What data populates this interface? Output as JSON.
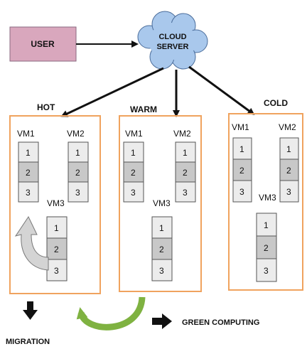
{
  "user": {
    "label": "USER"
  },
  "cloud": {
    "line1": "CLOUD",
    "line2": "SERVER"
  },
  "groups": [
    {
      "id": "hot",
      "label": "HOT",
      "vms": [
        {
          "name": "VM1",
          "cells": [
            "1",
            "2",
            "3"
          ]
        },
        {
          "name": "VM2",
          "cells": [
            "1",
            "2",
            "3"
          ]
        },
        {
          "name": "VM3",
          "cells": [
            "1",
            "2",
            "3"
          ]
        }
      ]
    },
    {
      "id": "warm",
      "label": "WARM",
      "vms": [
        {
          "name": "VM1",
          "cells": [
            "1",
            "2",
            "3"
          ]
        },
        {
          "name": "VM2",
          "cells": [
            "1",
            "2",
            "3"
          ]
        },
        {
          "name": "VM3",
          "cells": [
            "1",
            "2",
            "3"
          ]
        }
      ]
    },
    {
      "id": "cold",
      "label": "COLD",
      "vms": [
        {
          "name": "VM1",
          "cells": [
            "1",
            "2",
            "3"
          ]
        },
        {
          "name": "VM2",
          "cells": [
            "1",
            "2",
            "3"
          ]
        },
        {
          "name": "VM3",
          "cells": [
            "1",
            "2",
            "3"
          ]
        }
      ]
    }
  ],
  "legend": {
    "migration": "MIGRATION",
    "green_computing": "GREEN COMPUTING"
  },
  "colors": {
    "user_box": "#d9a7bd",
    "cloud": "#a9c8ec",
    "group_border": "#f0a35e",
    "cell_light": "#ececec",
    "cell_dark": "#c8c8c8",
    "green_arrow": "#7fb241",
    "grey_arrow": "#d4d4d4"
  }
}
